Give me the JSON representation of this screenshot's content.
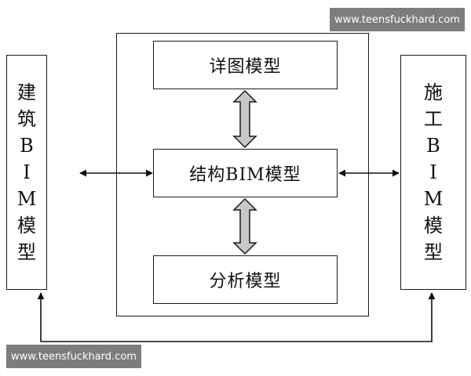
{
  "diagram": {
    "left_box": {
      "chars": [
        "建",
        "筑",
        "B",
        "I",
        "M",
        "模",
        "型"
      ]
    },
    "right_box": {
      "chars": [
        "施",
        "工",
        "B",
        "I",
        "M",
        "模",
        "型"
      ]
    },
    "detail_model": "详图模型",
    "structural_model": "结构BIM模型",
    "analysis_model": "分析模型"
  },
  "watermark": {
    "top": "www.teensfuckhard.com",
    "bottom": "www.teensfuckhard.com"
  }
}
